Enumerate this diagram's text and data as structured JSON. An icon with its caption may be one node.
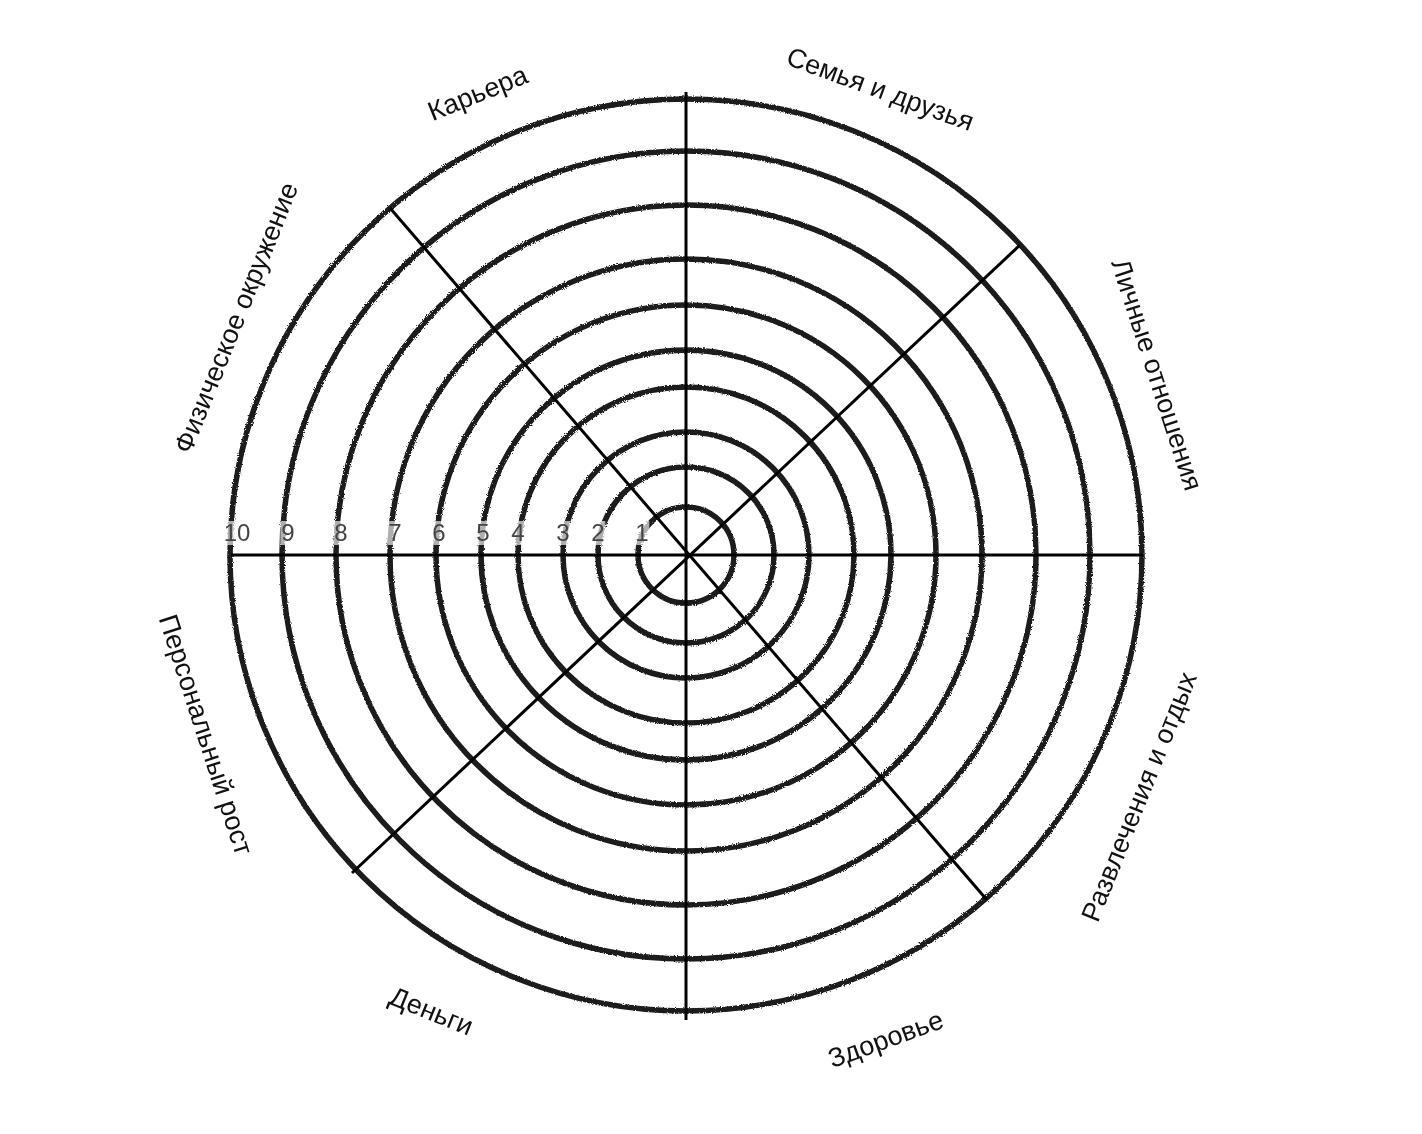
{
  "diagram": {
    "labels": [
      "Карьера",
      "Семья и друзья",
      "Физическое окружение",
      "Личные отношения",
      "Персональный рост",
      "Развлечения и отдых",
      "Деньги",
      "Здоровье",
      "10",
      "9",
      "8",
      "7",
      "6",
      "5",
      "4",
      "3",
      "2",
      "1"
    ]
  }
}
